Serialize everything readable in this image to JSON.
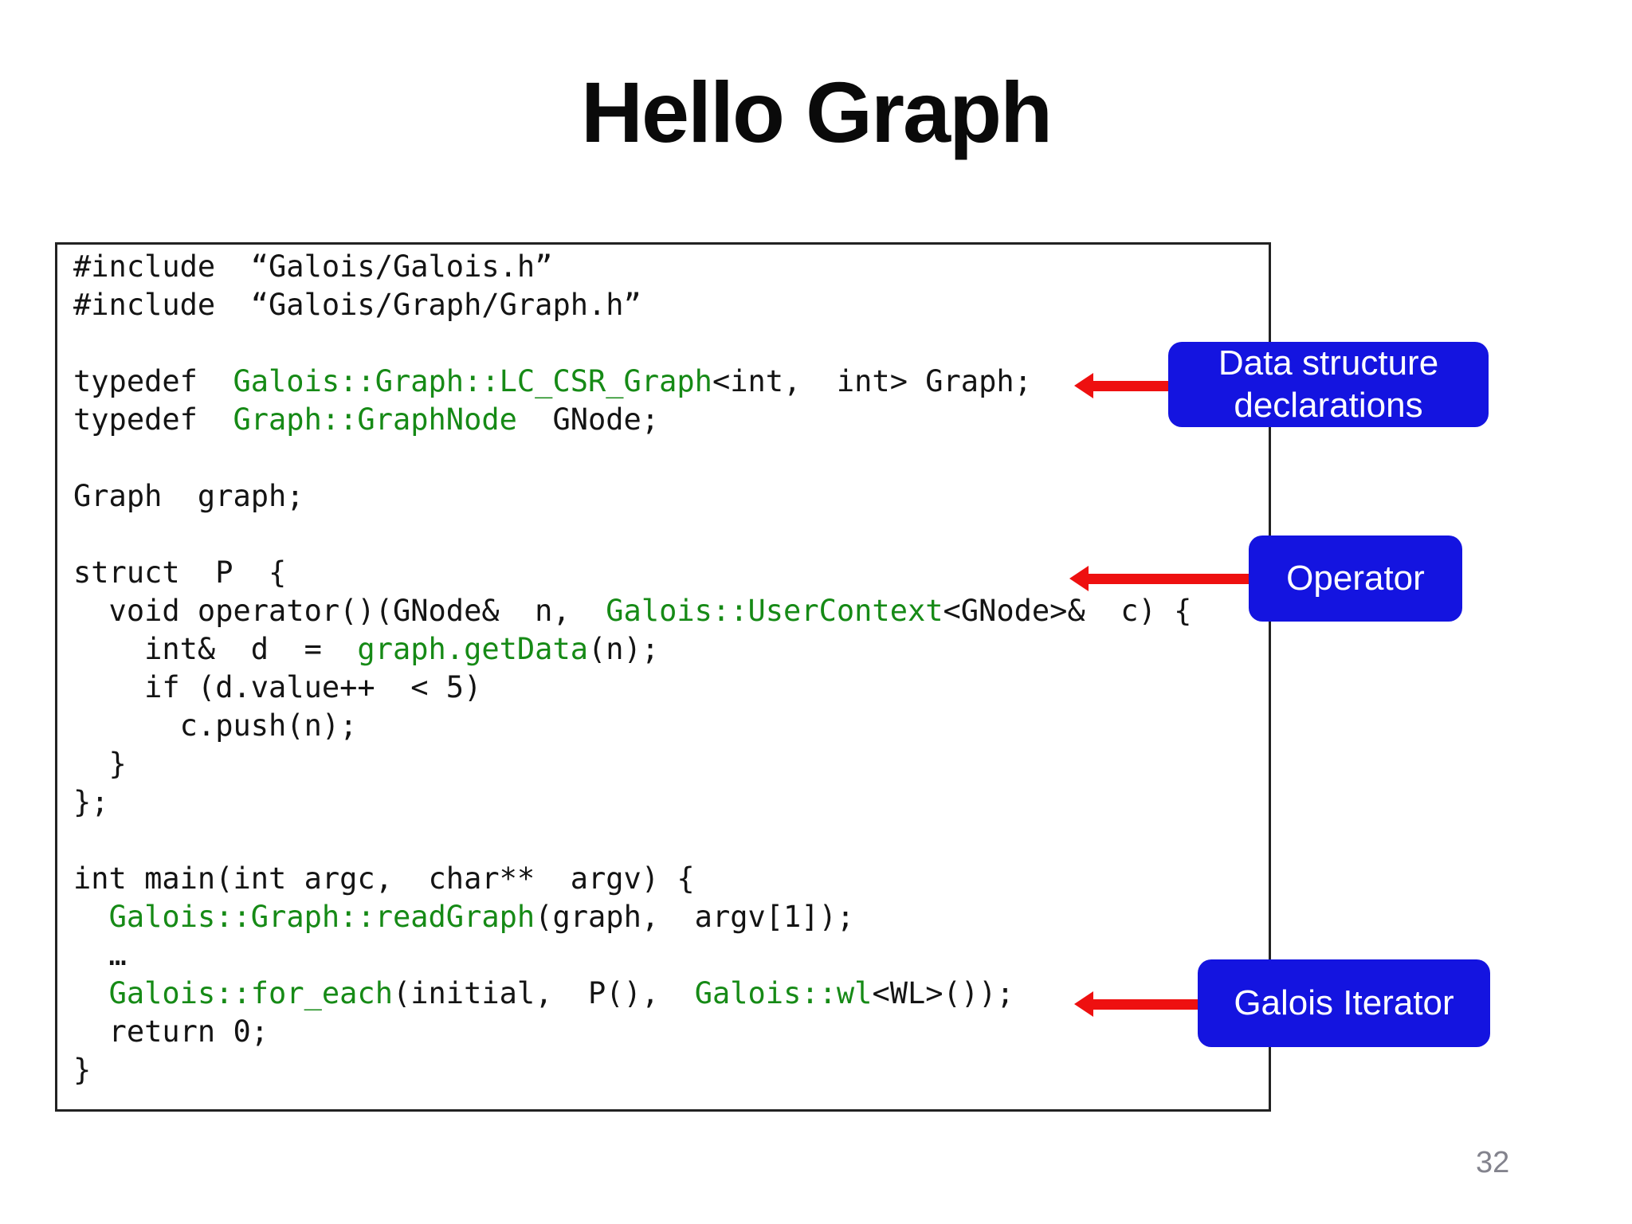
{
  "slide": {
    "title": "Hello Graph",
    "page_number": "32"
  },
  "colors": {
    "code_green": "#168a16",
    "code_text": "#141414",
    "callout_blue": "#1414e0",
    "arrow_red": "#ee1010",
    "border_black": "#222222",
    "page_number_gray": "#83838d"
  },
  "callouts": [
    {
      "id": "data-structure",
      "text": "Data structure\ndeclarations"
    },
    {
      "id": "operator",
      "text": "Operator"
    },
    {
      "id": "galois-iterator",
      "text": "Galois Iterator"
    }
  ],
  "code": {
    "lines": [
      [
        {
          "t": "#include  “Galois/Galois.h”",
          "c": "k"
        }
      ],
      [
        {
          "t": "#include  “Galois/Graph/Graph.h”",
          "c": "k"
        }
      ],
      [],
      [
        {
          "t": "typedef  ",
          "c": "k"
        },
        {
          "t": "Galois::Graph::LC_CSR_Graph",
          "c": "g"
        },
        {
          "t": "<int,  int> Graph;",
          "c": "k"
        }
      ],
      [
        {
          "t": "typedef  ",
          "c": "k"
        },
        {
          "t": "Graph::GraphNode",
          "c": "g"
        },
        {
          "t": "  GNode;",
          "c": "k"
        }
      ],
      [],
      [
        {
          "t": "Graph  graph;",
          "c": "k"
        }
      ],
      [],
      [
        {
          "t": "struct  P  {",
          "c": "k"
        }
      ],
      [
        {
          "t": "  void operator()(GNode&  n,  ",
          "c": "k"
        },
        {
          "t": "Galois::UserContext",
          "c": "g"
        },
        {
          "t": "<GNode>&  c) {",
          "c": "k"
        }
      ],
      [
        {
          "t": "    int&  d  =  ",
          "c": "k"
        },
        {
          "t": "graph.getData",
          "c": "g"
        },
        {
          "t": "(n);",
          "c": "k"
        }
      ],
      [
        {
          "t": "    if (d.value++  < 5)",
          "c": "k"
        }
      ],
      [
        {
          "t": "      c.push(n);",
          "c": "k"
        }
      ],
      [
        {
          "t": "  }",
          "c": "k"
        }
      ],
      [
        {
          "t": "};",
          "c": "k"
        }
      ],
      [],
      [
        {
          "t": "int main(int argc,  char**  argv) {",
          "c": "k"
        }
      ],
      [
        {
          "t": "  ",
          "c": "k"
        },
        {
          "t": "Galois::Graph::readGraph",
          "c": "g"
        },
        {
          "t": "(graph,  argv[1]);",
          "c": "k"
        }
      ],
      [
        {
          "t": "  …",
          "c": "k"
        }
      ],
      [
        {
          "t": "  ",
          "c": "k"
        },
        {
          "t": "Galois::for_each",
          "c": "g"
        },
        {
          "t": "(initial,  P(),  ",
          "c": "k"
        },
        {
          "t": "Galois::wl",
          "c": "g"
        },
        {
          "t": "<WL>());",
          "c": "k"
        }
      ],
      [
        {
          "t": "  return 0;",
          "c": "k"
        }
      ],
      [
        {
          "t": "}",
          "c": "k"
        }
      ]
    ]
  }
}
